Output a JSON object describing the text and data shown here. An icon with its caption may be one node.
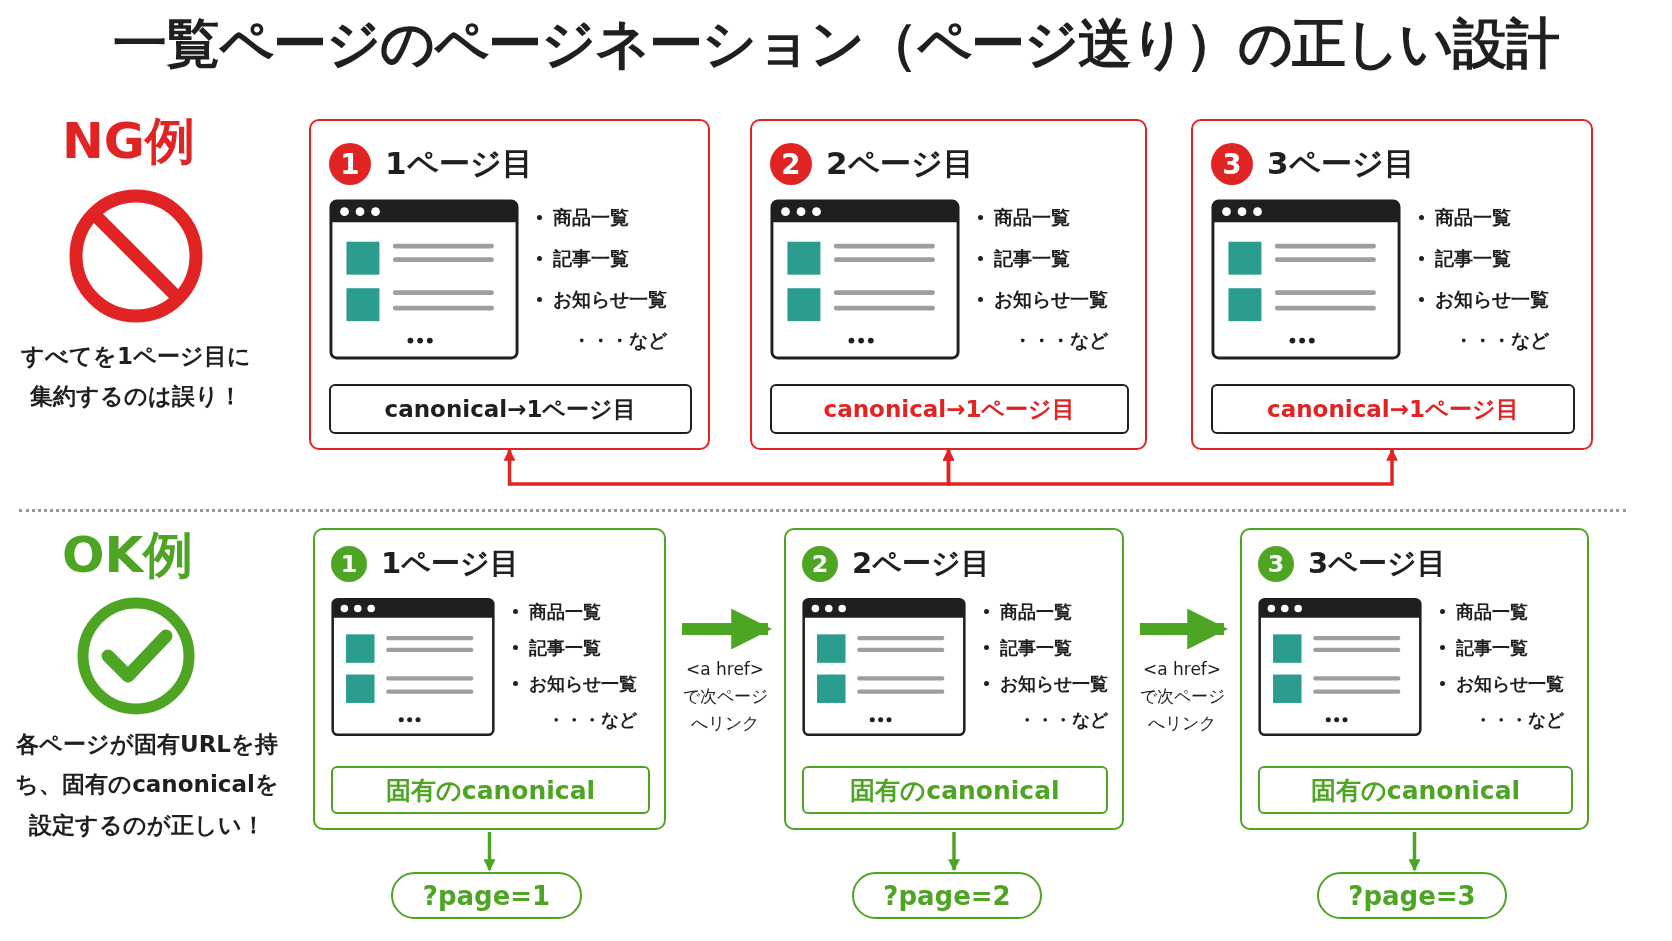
{
  "diagram": {
    "title": "一覧ページのページネーション（ページ送り）の正しい設計",
    "nodes": [
      {
        "text": [
          "1",
          "1ページ目",
          "商品一覧",
          "記事一覧",
          "お知らせ一覧",
          "・・・など"
        ]
      },
      {
        "text": [
          "canonical→1ページ目"
        ],
        "in": 0
      },
      {
        "text": [
          "2",
          "2ページ目",
          "商品一覧",
          "記事一覧",
          "お知らせ一覧",
          "・・・など"
        ]
      },
      {
        "text": [
          "canonical→1ページ目"
        ],
        "in": 2
      },
      {
        "text": [
          "3",
          "3ページ目",
          "商品一覧",
          "記事一覧",
          "お知らせ一覧",
          "・・・など"
        ]
      },
      {
        "text": [
          "canonical→1ページ目"
        ],
        "in": 4
      },
      {
        "text": [
          "1",
          "1ページ目",
          "商品一覧",
          "記事一覧",
          "お知らせ一覧",
          "・・・など"
        ]
      },
      {
        "text": [
          "固有のcanonical"
        ],
        "in": 6
      },
      {
        "text": [
          "2",
          "2ページ目",
          "商品一覧",
          "記事一覧",
          "お知らせ一覧",
          "・・・など"
        ]
      },
      {
        "text": [
          "固有のcanonical"
        ],
        "in": 8
      },
      {
        "text": [
          "3",
          "3ページ目",
          "商品一覧",
          "記事一覧",
          "お知らせ一覧",
          "・・・など"
        ]
      },
      {
        "text": [
          "固有のcanonical"
        ],
        "in": 10
      },
      {
        "text": [
          "?page=1"
        ]
      },
      {
        "text": [
          "?page=2"
        ]
      },
      {
        "text": [
          "?page=3"
        ]
      }
    ],
    "edges": [
      {
        "from": 0,
        "to": 2,
        "arrow": "both",
        "color": "#e02424"
      },
      {
        "from": 2,
        "to": 4,
        "arrow": "both",
        "color": "#e02424"
      },
      {
        "from": 6,
        "to": 8,
        "arrow": "to",
        "style": "thick",
        "label": "<a href>で次ページへリンク"
      },
      {
        "from": 8,
        "to": 10,
        "arrow": "to",
        "style": "thick",
        "label": "<a href>で次ページへリンク"
      },
      {
        "from": 6,
        "to": 12,
        "arrow": "to"
      },
      {
        "from": 8,
        "to": 13,
        "arrow": "to"
      },
      {
        "from": 10,
        "to": 14,
        "arrow": "to"
      }
    ],
    "labels": [
      "NG例",
      "すべてを**1ページ目**に集約するのは**誤り！**",
      "OK例",
      "各ページが固有URLを持ち、**固有のcanonical**を設定するのが正しい！"
    ]
  }
}
